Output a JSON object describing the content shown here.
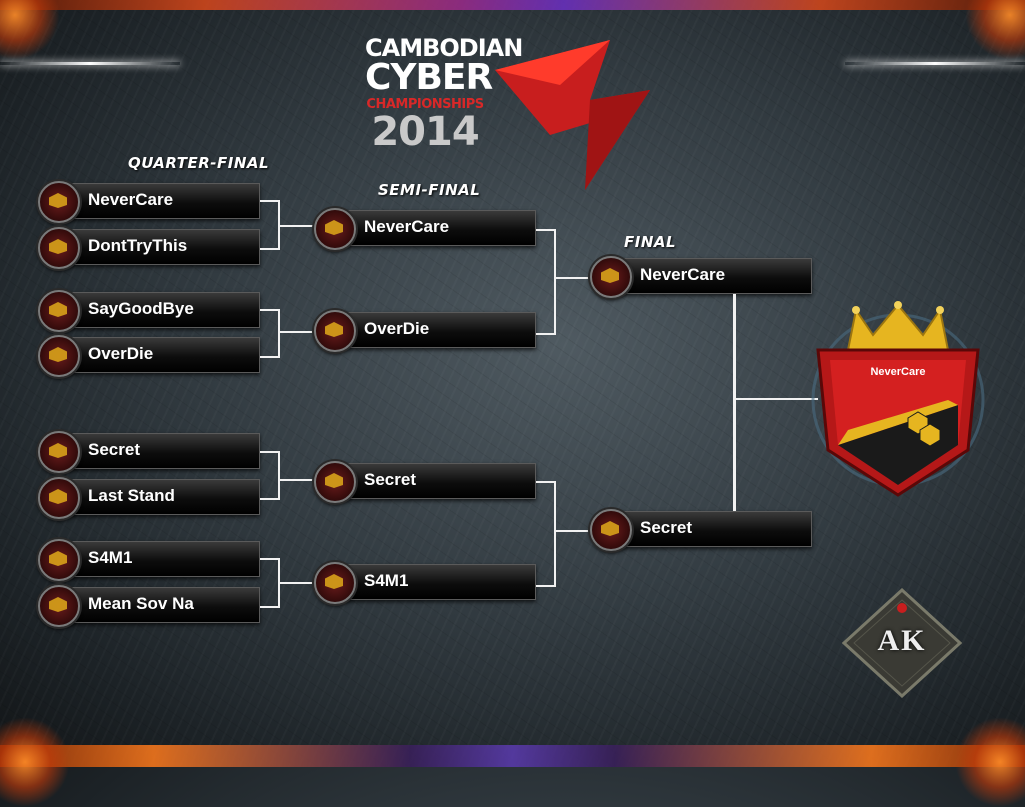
{
  "event": {
    "line1": "CAMBODIAN",
    "line2": "CYBER",
    "line3": "CHAMPIONSHIPS",
    "year": "2014"
  },
  "rounds": {
    "quarter_final": "QUARTER-FINAL",
    "semi_final": "SEMI-FINAL",
    "final": "FINAL"
  },
  "quarter_finals": [
    "NeverCare",
    "DontTryThis",
    "SayGoodBye",
    "OverDie",
    "Secret",
    "Last Stand",
    "S4M1",
    "Mean Sov Na"
  ],
  "semi_finals": [
    "NeverCare",
    "OverDie",
    "Secret",
    "S4M1"
  ],
  "finals": [
    "NeverCare",
    "Secret"
  ],
  "champion": "NeverCare",
  "sponsor": "AK",
  "colors": {
    "accent_red": "#d82828",
    "crest_gold": "#e6b520",
    "connector": "#f2f2f2"
  }
}
